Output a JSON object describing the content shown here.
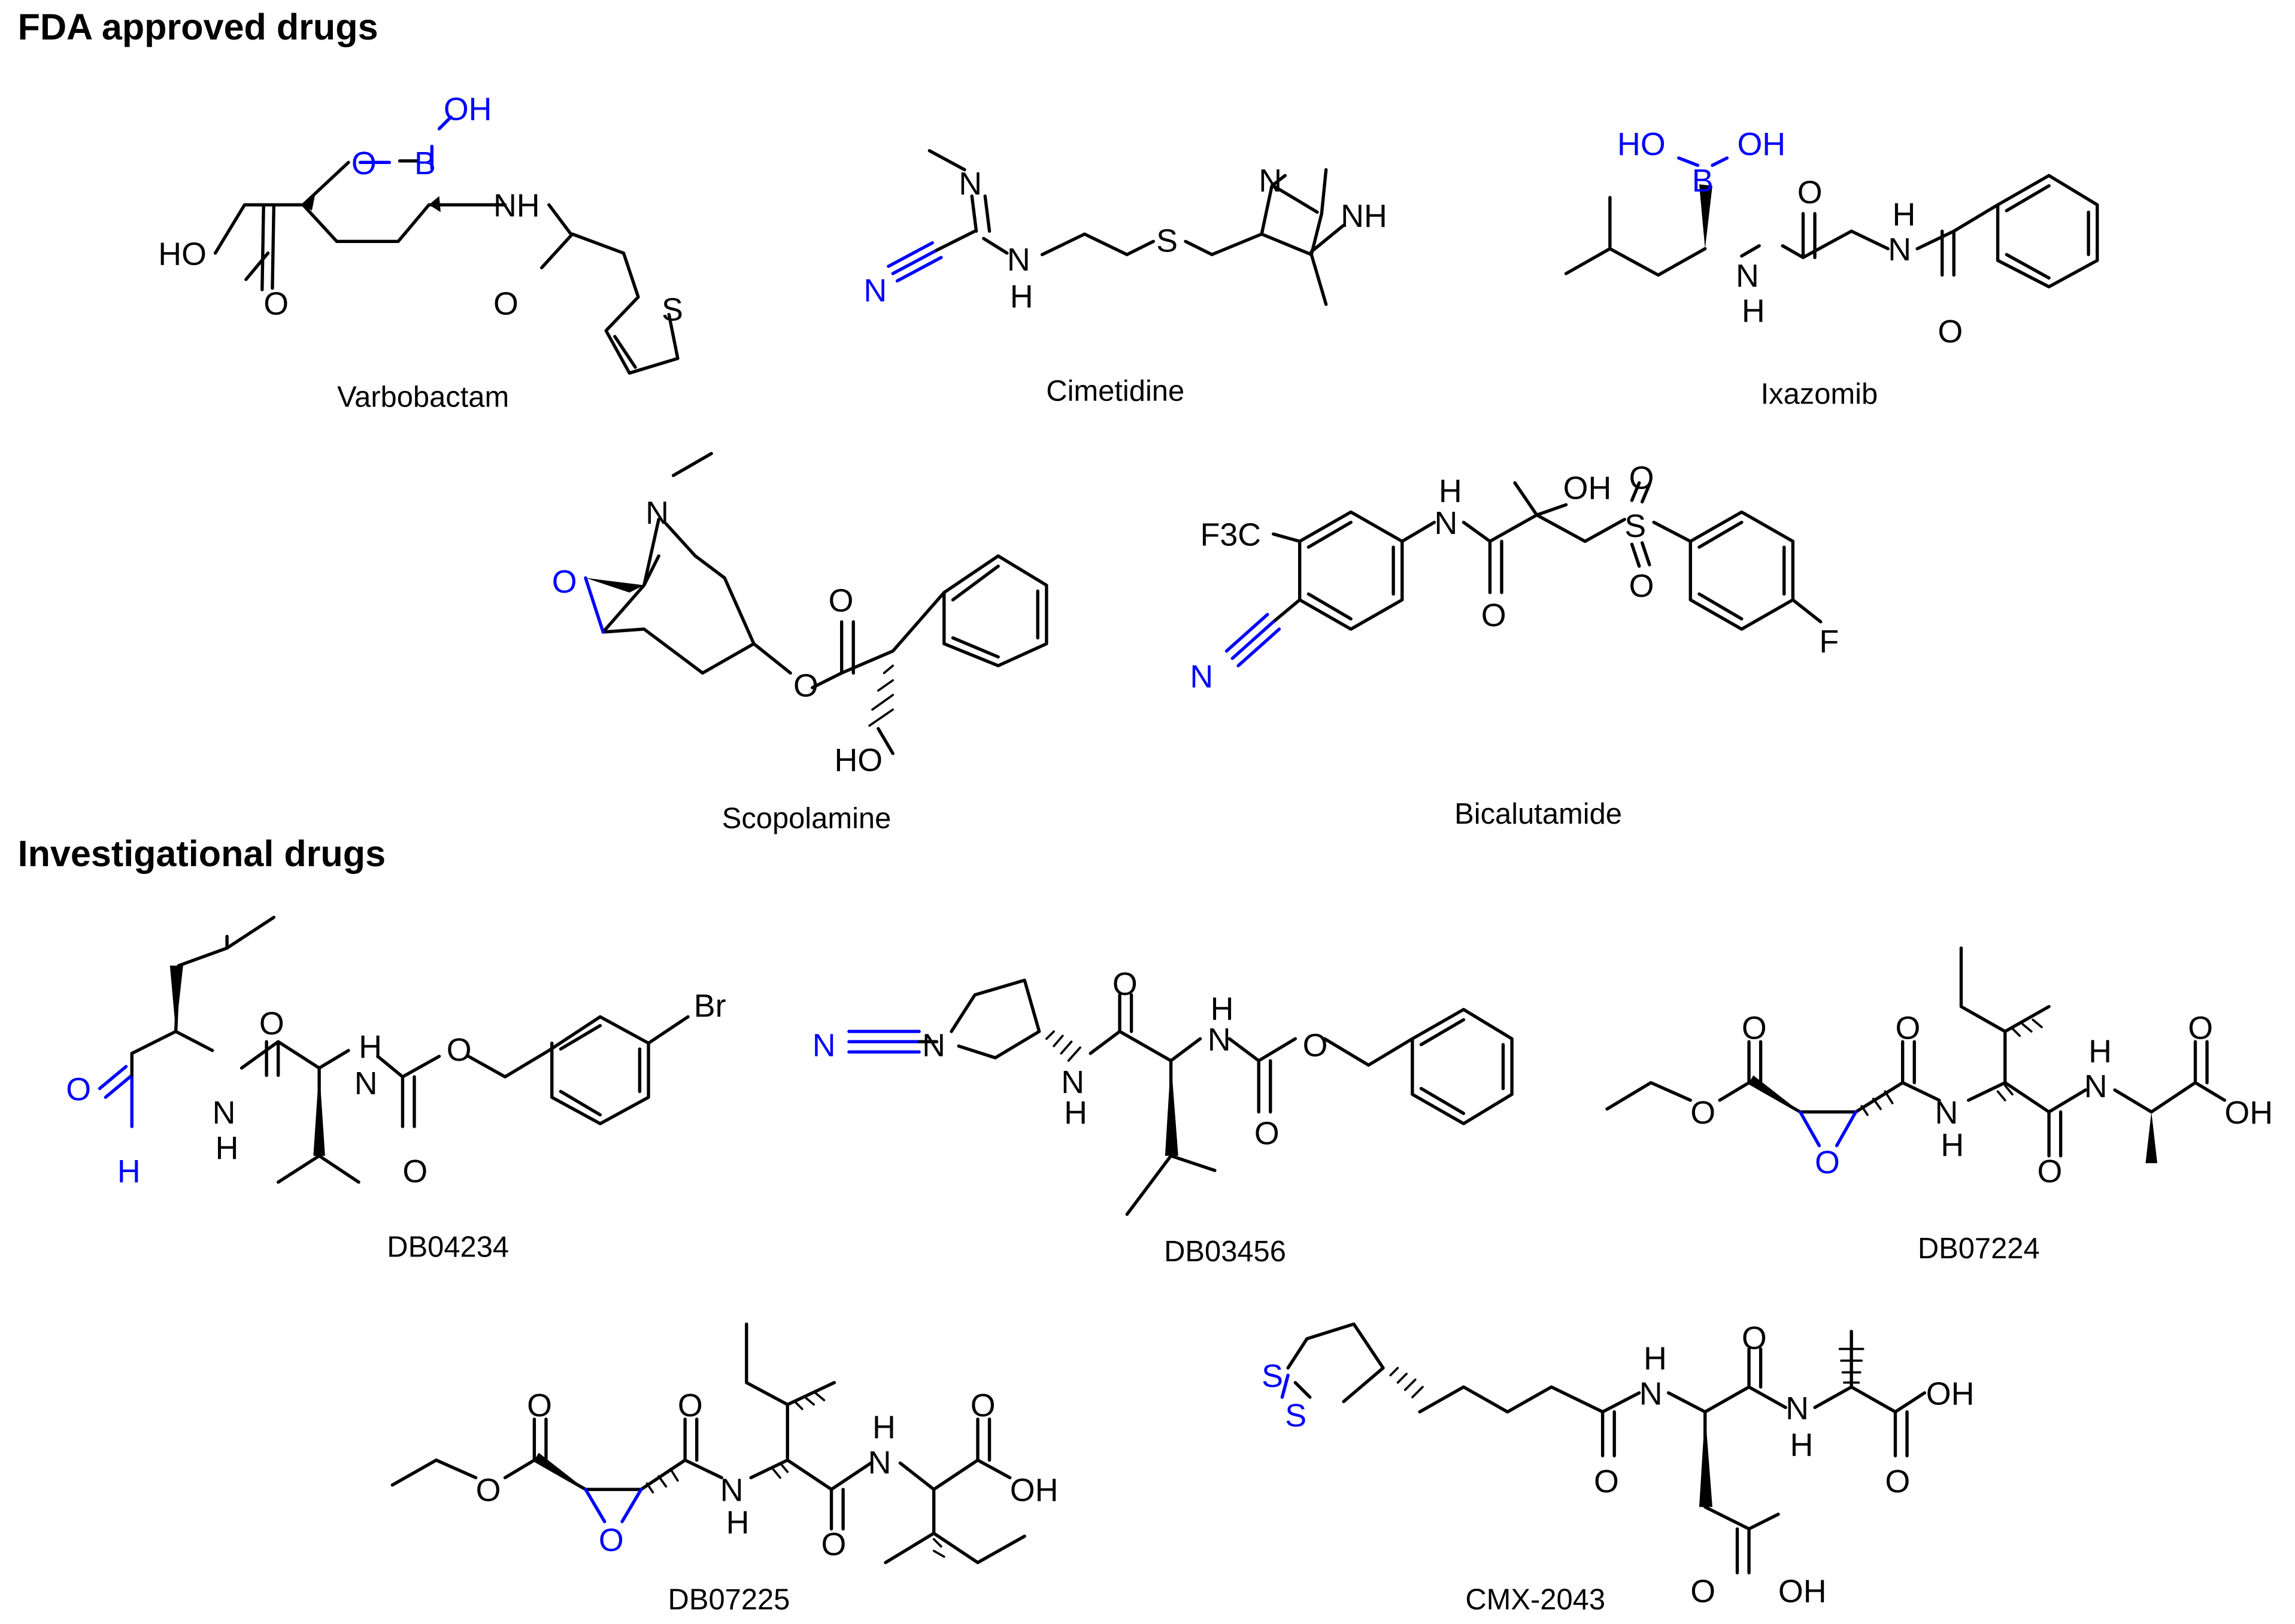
{
  "colors": {
    "text": "#000000",
    "accent": "#0000ff",
    "background": "#ffffff"
  },
  "sections": {
    "fda": {
      "title": "FDA approved drugs"
    },
    "investigational": {
      "title": "Investigational drugs"
    }
  },
  "molecules": [
    {
      "name": "Varbobactam",
      "labels": {
        "oh": "OH",
        "o": "O",
        "b": "B",
        "nh": "NH",
        "hooh": "HO",
        "co": "O",
        "amide_o": "O",
        "s": "S"
      }
    },
    {
      "name": "Cimetidine",
      "labels": {
        "n1": "N",
        "n2": "N",
        "nh": "N",
        "h": "H",
        "s": "S",
        "n3": "N",
        "nh2": "NH"
      }
    },
    {
      "name": "Ixazomib",
      "labels": {
        "ho": "HO",
        "oh": "OH",
        "b": "B",
        "nh": "N",
        "h": "H",
        "o1": "O",
        "nh2": "N",
        "h2": "H",
        "o2": "O"
      }
    },
    {
      "name": "Scopolamine",
      "labels": {
        "n": "N",
        "o_ep": "O",
        "o_est": "O",
        "o_co": "O",
        "ho": "HO"
      }
    },
    {
      "name": "Bicalutamide",
      "labels": {
        "f3c": "F3C",
        "n_cn": "N",
        "nh": "N",
        "h": "H",
        "oh": "OH",
        "o_am": "O",
        "s": "S",
        "o1": "O",
        "o2": "O",
        "f": "F"
      }
    },
    {
      "name": "DB04234",
      "labels": {
        "o_ald": "O",
        "h_ald": "H",
        "n1": "N",
        "h1": "H",
        "o1": "O",
        "n2": "N",
        "h2": "H",
        "o2": "O",
        "o3": "O",
        "br": "Br"
      }
    },
    {
      "name": "DB03456",
      "labels": {
        "n_cn": "N",
        "n_pyr": "N",
        "n1": "N",
        "h1": "H",
        "o1": "O",
        "n2": "N",
        "h2": "H",
        "o2": "O",
        "o3": "O"
      }
    },
    {
      "name": "DB07224",
      "labels": {
        "o_est1": "O",
        "o_est2": "O",
        "o_ep": "O",
        "o_am1": "O",
        "n1": "N",
        "h1": "H",
        "o_am2": "O",
        "n2": "N",
        "h2": "H",
        "o_acid": "O",
        "oh": "OH"
      }
    },
    {
      "name": "DB07225",
      "labels": {
        "o_est1": "O",
        "o_est2": "O",
        "o_ep": "O",
        "o_am1": "O",
        "n1": "N",
        "h1": "H",
        "o_am2": "O",
        "n2": "N",
        "h2": "H",
        "o_acid": "O",
        "oh": "OH"
      }
    },
    {
      "name": "CMX-2043",
      "labels": {
        "s1": "S",
        "s2": "S",
        "o_am1": "O",
        "n1": "N",
        "h1": "H",
        "o_am2": "O",
        "n2": "N",
        "h2": "H",
        "o_acid1": "O",
        "oh1": "OH",
        "o_acid2": "O",
        "oh2": "OH"
      }
    }
  ]
}
